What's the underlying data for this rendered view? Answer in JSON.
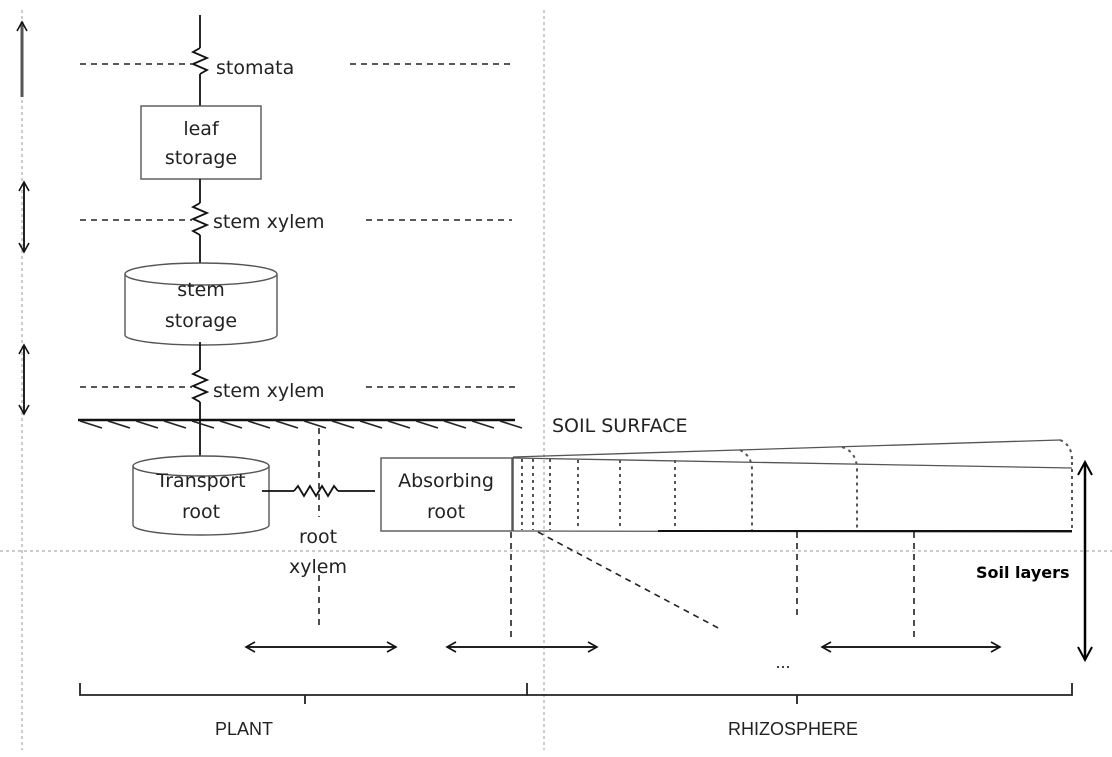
{
  "diagram": {
    "resistors": {
      "stomata": "stomata",
      "stem_xylem_upper": "stem xylem",
      "stem_xylem_lower": "stem xylem",
      "root_xylem_line1": "root",
      "root_xylem_line2": "xylem"
    },
    "storages": {
      "leaf_line1": "leaf",
      "leaf_line2": "storage",
      "stem_line1": "stem",
      "stem_line2": "storage",
      "transport_root_line1": "Transport",
      "transport_root_line2": "root",
      "absorbing_root_line1": "Absorbing",
      "absorbing_root_line2": "root"
    },
    "soil_surface_label": "SOIL SURFACE",
    "soil_layers_label": "Soil layers",
    "ellipsis": "...",
    "braces": {
      "plant": "PLANT",
      "rhizosphere": "RHIZOSPHERE"
    }
  }
}
